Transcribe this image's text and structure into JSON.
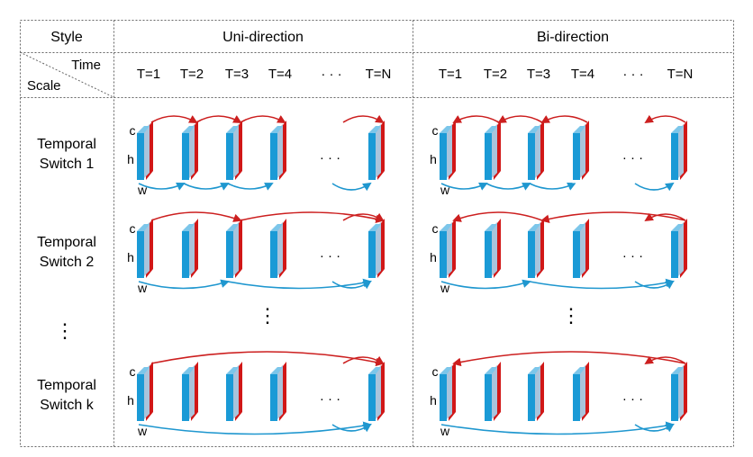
{
  "table": {
    "style_header": "Style",
    "time_label": "Time",
    "scale_label": "Scale",
    "uni_header": "Uni-direction",
    "bi_header": "Bi-direction",
    "time_steps": [
      "T=1",
      "T=2",
      "T=3",
      "T=4",
      "T=N"
    ],
    "time_ellipsis": "· · ·",
    "rows": [
      {
        "line1": "Temporal",
        "line2": "Switch 1",
        "red_spans": [
          1,
          1,
          1,
          1
        ],
        "blue_spans": [
          1,
          1,
          1,
          1
        ]
      },
      {
        "line1": "Temporal",
        "line2": "Switch 2",
        "red_spans": [
          2,
          2,
          1
        ],
        "blue_spans": [
          2,
          2,
          1
        ]
      },
      {
        "line1": "Temporal",
        "line2": "Switch k",
        "red_spans": [
          4,
          1
        ],
        "blue_spans": [
          4,
          1
        ]
      }
    ],
    "vertical_ellipsis": "⋮",
    "block_labels": {
      "c": "c",
      "h": "h",
      "w": "w"
    },
    "block_ellipsis": "· · ·"
  },
  "colors": {
    "block_front": "#1a9ad6",
    "block_side": "#a9c4dc",
    "block_red": "#d11717",
    "arrow_red": "#cc1f1f",
    "arrow_blue": "#1f97cf",
    "grid": "#666666"
  }
}
